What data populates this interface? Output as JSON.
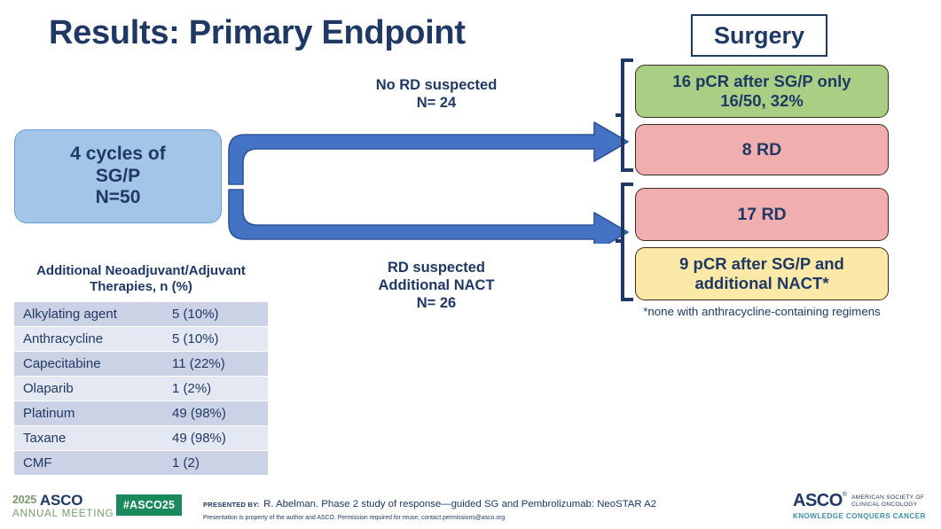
{
  "slide": {
    "title": "Results: Primary Endpoint"
  },
  "surgery_header": {
    "label": "Surgery"
  },
  "start_box": {
    "line1": "4 cycles of",
    "line2": "SG/P",
    "line3": "N=50"
  },
  "branches": {
    "top": {
      "line1": "No RD suspected",
      "line2": "N= 24"
    },
    "bottom": {
      "line1": "RD suspected",
      "line2": "Additional NACT",
      "line3": "N= 26"
    }
  },
  "results": [
    {
      "name": "pcr-sgp-only",
      "line1": "16 pCR after SG/P only",
      "line2": "16/50, 32%",
      "color": "#a9cf85"
    },
    {
      "name": "rd-8",
      "line1": "8 RD",
      "line2": "",
      "color": "#f0aeae"
    },
    {
      "name": "rd-17",
      "line1": "17 RD",
      "line2": "",
      "color": "#f0aeae"
    },
    {
      "name": "pcr-sgp-nact",
      "line1": "9 pCR after SG/P and",
      "line2": "additional NACT*",
      "color": "#fce9a8"
    }
  ],
  "footnote": "*none with anthracycline-containing regimens",
  "table": {
    "title_line1": "Additional Neoadjuvant/Adjuvant",
    "title_line2": "Therapies, n (%)",
    "rows": [
      {
        "therapy": "Alkylating agent",
        "value": "5 (10%)"
      },
      {
        "therapy": "Anthracycline",
        "value": "5 (10%)"
      },
      {
        "therapy": "Capecitabine",
        "value": "11 (22%)"
      },
      {
        "therapy": "Olaparib",
        "value": "1 (2%)"
      },
      {
        "therapy": "Platinum",
        "value": "49 (98%)"
      },
      {
        "therapy": "Taxane",
        "value": "49 (98%)"
      },
      {
        "therapy": "CMF",
        "value": "1 (2)"
      }
    ]
  },
  "footer": {
    "meeting_year": "2025",
    "meeting_asco": "ASCO",
    "meeting_sub": "ANNUAL MEETING",
    "hashtag": "#ASCO25",
    "presented_by_label": "PRESENTED BY:",
    "citation": "R. Abelman. Phase 2 study of response—guided SG and Pembrolizumab: NeoSTAR A2",
    "permission_note": "Presentation is property of the author and ASCO. Permission required for reuse; contact permissions@asco.org",
    "logo_asco": "ASCO",
    "logo_sup": "®",
    "logo_sub_line1": "AMERICAN SOCIETY OF",
    "logo_sub_line2": "CLINICAL ONCOLOGY",
    "logo_tagline": "KNOWLEDGE CONQUERS CANCER"
  },
  "colors": {
    "navy": "#1f3864",
    "arrow_blue": "#4472c4",
    "start_blue": "#a3c5e8",
    "green": "#a9cf85",
    "pink": "#f0aeae",
    "yellow": "#fce9a8",
    "hashtag_green": "#1a8a5c"
  }
}
